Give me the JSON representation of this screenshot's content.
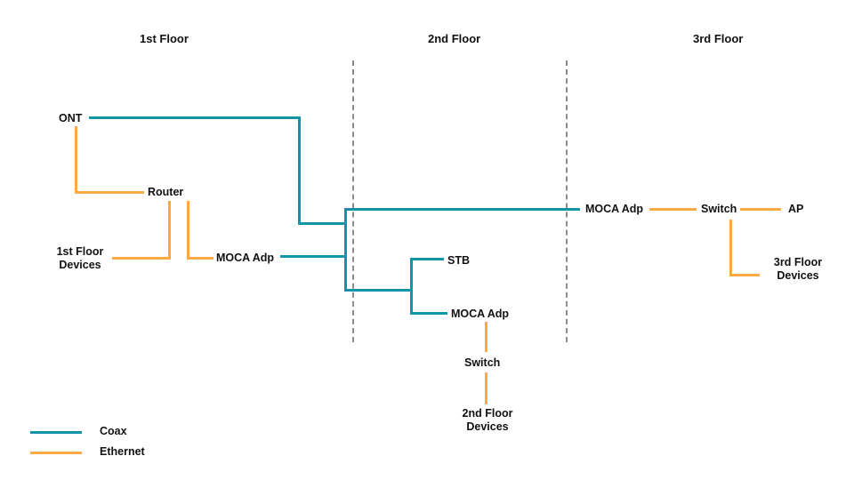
{
  "colors": {
    "coax": "#1295A9",
    "ethernet": "#F9AA42",
    "separator": "#8C8C8C"
  },
  "floors": {
    "f1": "1st Floor",
    "f2": "2nd Floor",
    "f3": "3rd Floor"
  },
  "nodes": {
    "ont": "ONT",
    "router": "Router",
    "floor1_devices": "1st Floor Devices",
    "moca_adp_1": "MOCA Adp",
    "stb": "STB",
    "moca_adp_2": "MOCA Adp",
    "switch_2": "Switch",
    "floor2_devices": "2nd Floor Devices",
    "moca_adp_3": "MOCA Adp",
    "switch_3": "Switch",
    "ap": "AP",
    "floor3_devices": "3rd Floor Devices"
  },
  "legend": {
    "coax": "Coax",
    "ethernet": "Ethernet"
  }
}
